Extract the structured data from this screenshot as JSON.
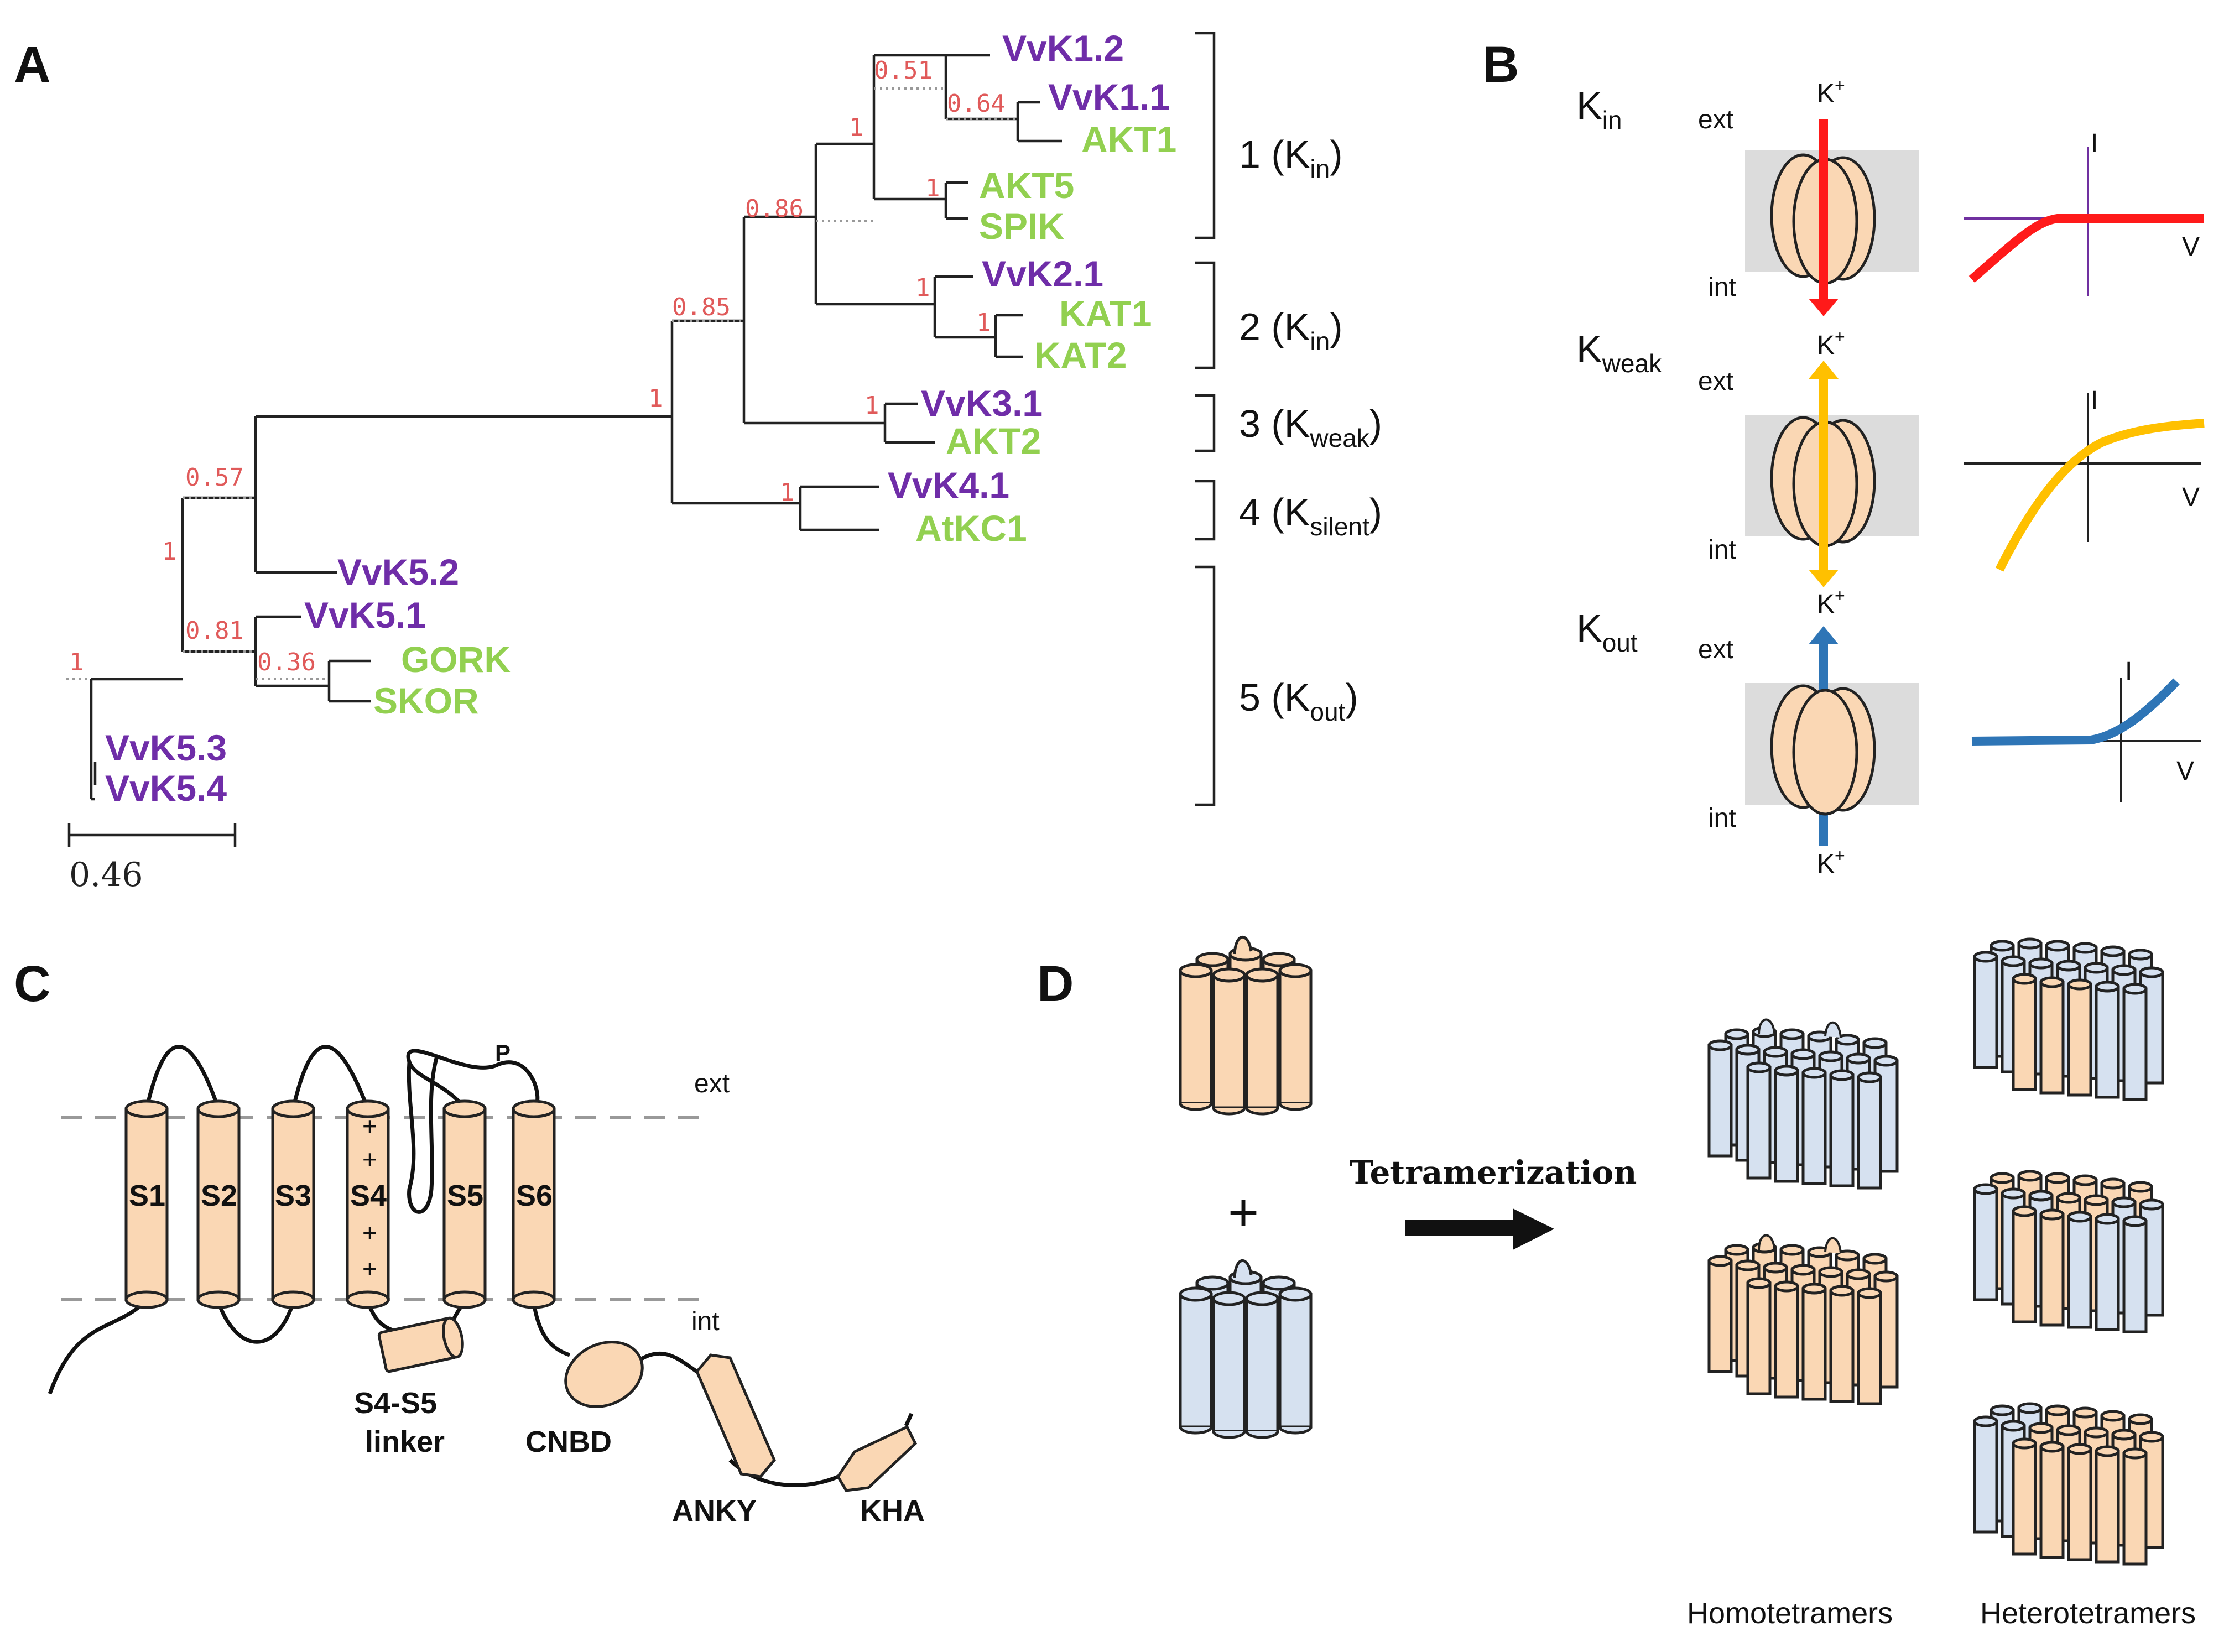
{
  "panels": {
    "a": "A",
    "b": "B",
    "c": "C",
    "d": "D"
  },
  "tree": {
    "taxa": {
      "vvk1_2": "VvK1.2",
      "vvk1_1": "VvK1.1",
      "akt1": "AKT1",
      "akt5": "AKT5",
      "spik": "SPIK",
      "vvk2_1": "VvK2.1",
      "kat1": "KAT1",
      "kat2": "KAT2",
      "vvk3_1": "VvK3.1",
      "akt2": "AKT2",
      "vvk4_1": "VvK4.1",
      "atkc1": "AtKC1",
      "vvk5_2": "VvK5.2",
      "vvk5_1": "VvK5.1",
      "gork": "GORK",
      "skor": "SKOR",
      "vvk5_3": "VvK5.3",
      "vvk5_4": "VvK5.4"
    },
    "supports": {
      "s051": "0.51",
      "s064": "0.64",
      "s1a": "1",
      "s1b": "1",
      "s086": "0.86",
      "s1c": "1",
      "s1d": "1",
      "s085": "0.85",
      "s1e": "1",
      "s1f": "1",
      "s1g": "1",
      "s057": "0.57",
      "s1h": "1",
      "s081": "0.81",
      "s036": "0.36",
      "s1i": "1"
    },
    "scale_label": "0.46",
    "groups": [
      {
        "num": "1 (K",
        "sub": "in",
        "end": ")"
      },
      {
        "num": "2 (K",
        "sub": "in",
        "end": ")"
      },
      {
        "num": "3 (K",
        "sub": "weak",
        "end": ")"
      },
      {
        "num": "4 (K",
        "sub": "silent",
        "end": ")"
      },
      {
        "num": "5 (K",
        "sub": "out",
        "end": ")"
      }
    ]
  },
  "channels": [
    {
      "k": "K",
      "sub": "in",
      "color": "#ff1a1a"
    },
    {
      "k": "K",
      "sub": "weak",
      "color": "#ffc000"
    },
    {
      "k": "K",
      "sub": "out",
      "color": "#2e75b6"
    }
  ],
  "channel_labels": {
    "ext": "ext",
    "int": "int",
    "kplus": "K",
    "plus": "+",
    "i": "I",
    "v": "V"
  },
  "topology": {
    "segments": [
      "S1",
      "S2",
      "S3",
      "S4",
      "S5",
      "S6"
    ],
    "pore": "P",
    "ext": "ext",
    "int": "int",
    "linker_1": "S4-S5",
    "linker_2": "linker",
    "cnbd": "CNBD",
    "anky": "ANKY",
    "kha": "KHA",
    "charges": [
      "+",
      "+",
      "+",
      "+"
    ]
  },
  "assembly": {
    "plus": "+",
    "process": "Tetramerization",
    "homo": "Homotetramers",
    "hetero": "Heterotetramers"
  },
  "colors": {
    "plant_vv": "#6f2da8",
    "plant_at": "#92d050",
    "support": "#e05a5a",
    "subunit_a": "#fad7b4",
    "subunit_b": "#d6e1f0"
  }
}
